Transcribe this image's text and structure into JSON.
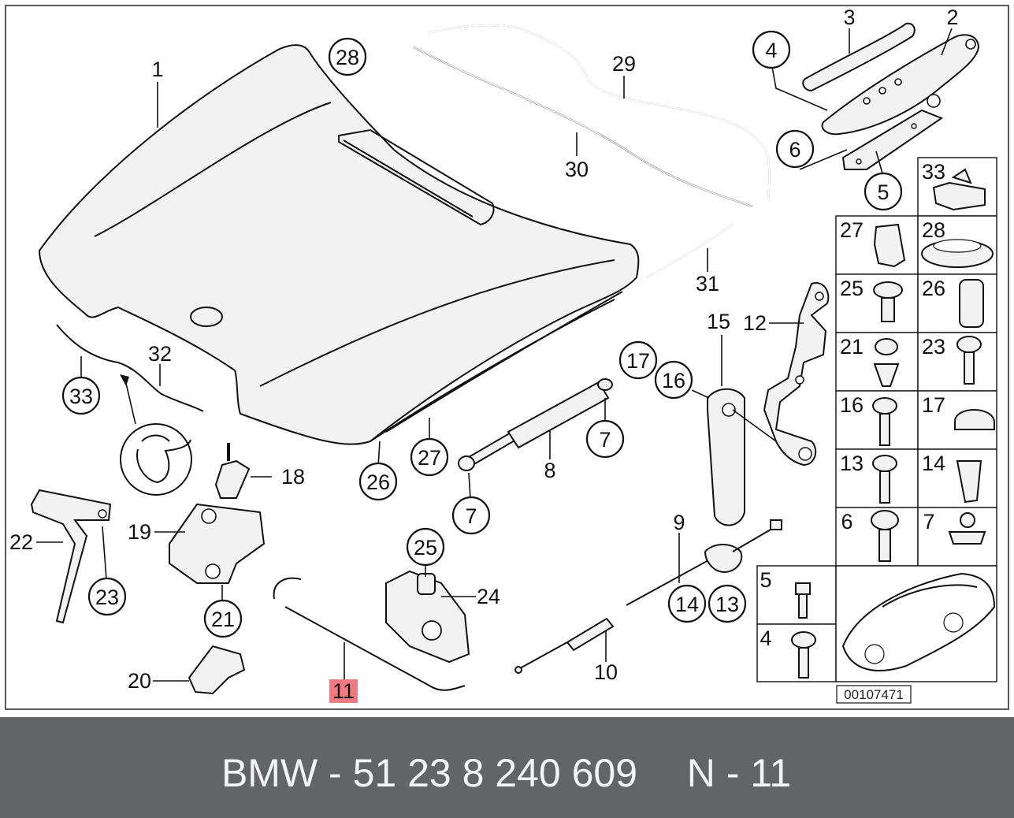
{
  "diagram": {
    "reference_number": "00107471",
    "highlighted_part": "11",
    "highlight_color": "#f07a80",
    "background_color": "#ffffff",
    "footer_color": "#636466",
    "hood_labels": {
      "p1": "1",
      "p2": "2",
      "p3": "3",
      "p4": "4",
      "p5": "5",
      "p6": "6",
      "p7a": "7",
      "p7b": "7",
      "p8": "8",
      "p9": "9",
      "p10": "10",
      "p11": "11",
      "p12": "12",
      "p13": "13",
      "p14": "14",
      "p15": "15",
      "p16": "16",
      "p17": "17",
      "p18": "18",
      "p19": "19",
      "p20": "20",
      "p21": "21",
      "p22": "22",
      "p23": "23",
      "p24": "24",
      "p25": "25",
      "p26": "26",
      "p27": "27",
      "p28": "28",
      "p29": "29",
      "p30": "30",
      "p31": "31",
      "p32": "32",
      "p33": "33"
    },
    "grid_labels": {
      "g33": "33",
      "g27": "27",
      "g28": "28",
      "g25": "25",
      "g26": "26",
      "g21": "21",
      "g23": "23",
      "g16": "16",
      "g17": "17",
      "g13": "13",
      "g14": "14",
      "g6": "6",
      "g7": "7",
      "g5": "5",
      "g4": "4"
    }
  },
  "footer": {
    "part_number": "BMW - 51 23 8 240 609",
    "position": "N - 11"
  }
}
